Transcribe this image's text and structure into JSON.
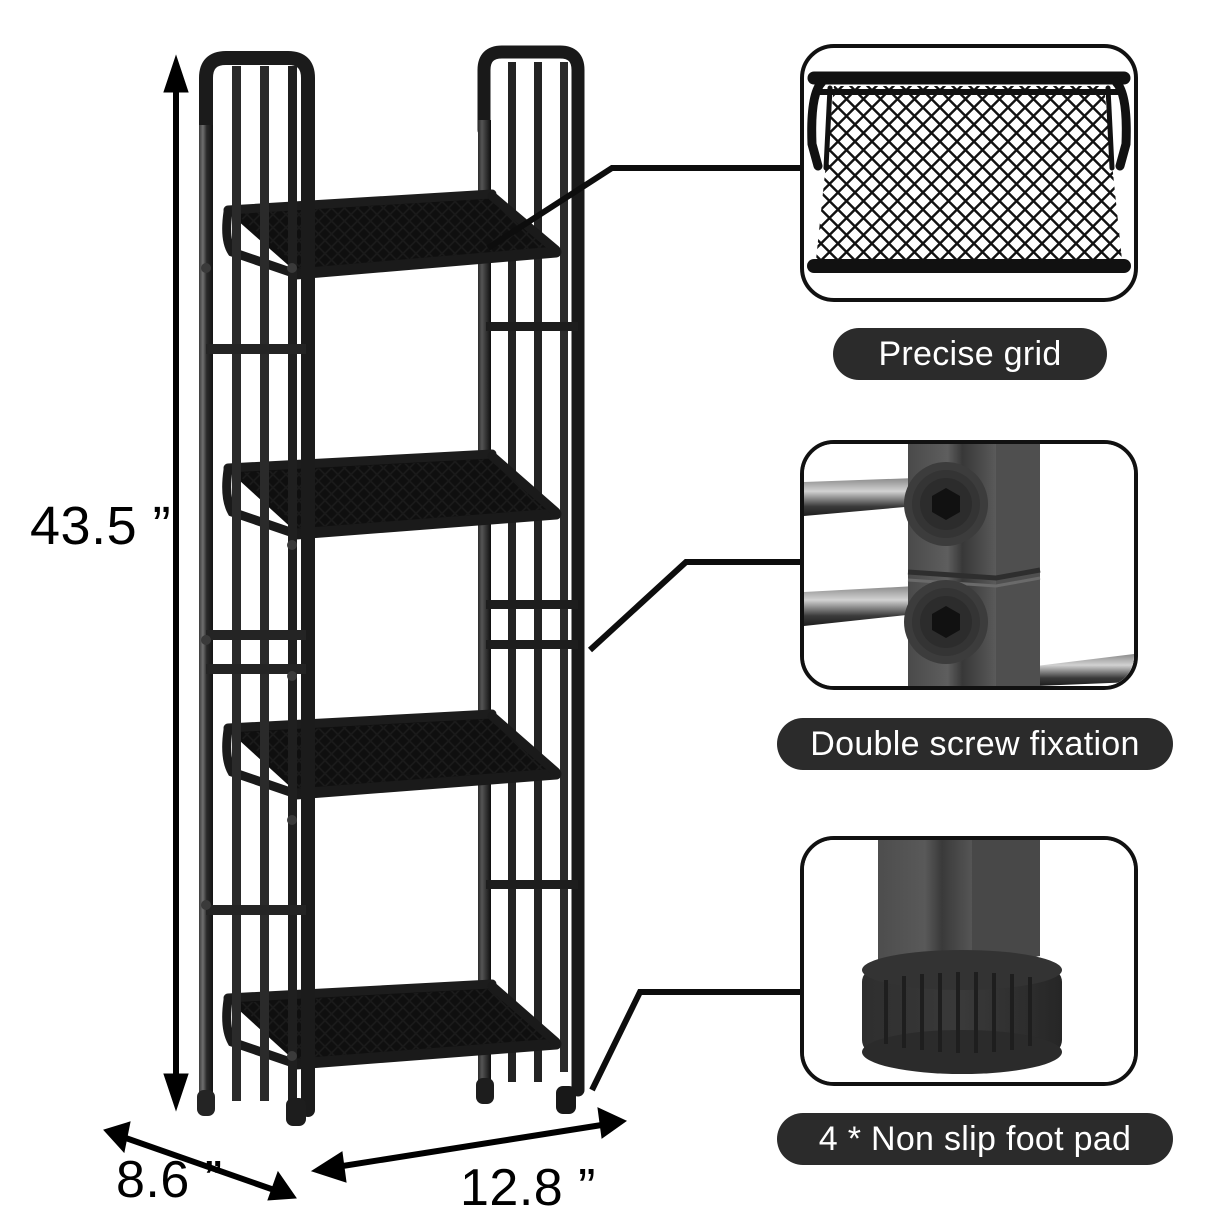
{
  "product": {
    "name": "4-tier metal mesh storage shelf rack",
    "color": "#111111"
  },
  "dimensions": {
    "height": "43.5 ”",
    "depth": "8.6 ”",
    "width": "12.8 ”",
    "unit": "inches"
  },
  "callouts": [
    {
      "id": "precise-grid",
      "label": "Precise grid",
      "detail": "close-up of diamond mesh shelf panel"
    },
    {
      "id": "double-screw-fixation",
      "label": "Double screw fixation",
      "detail": "two hex socket screws joining rail to square post"
    },
    {
      "id": "non-slip-foot-pad",
      "label": "4 * Non slip foot pad",
      "detail": "ribbed plastic foot pad on square leg"
    }
  ],
  "badge_style": {
    "background": "#2b2b2b",
    "text_color": "#ffffff"
  },
  "shelf_count": 4
}
